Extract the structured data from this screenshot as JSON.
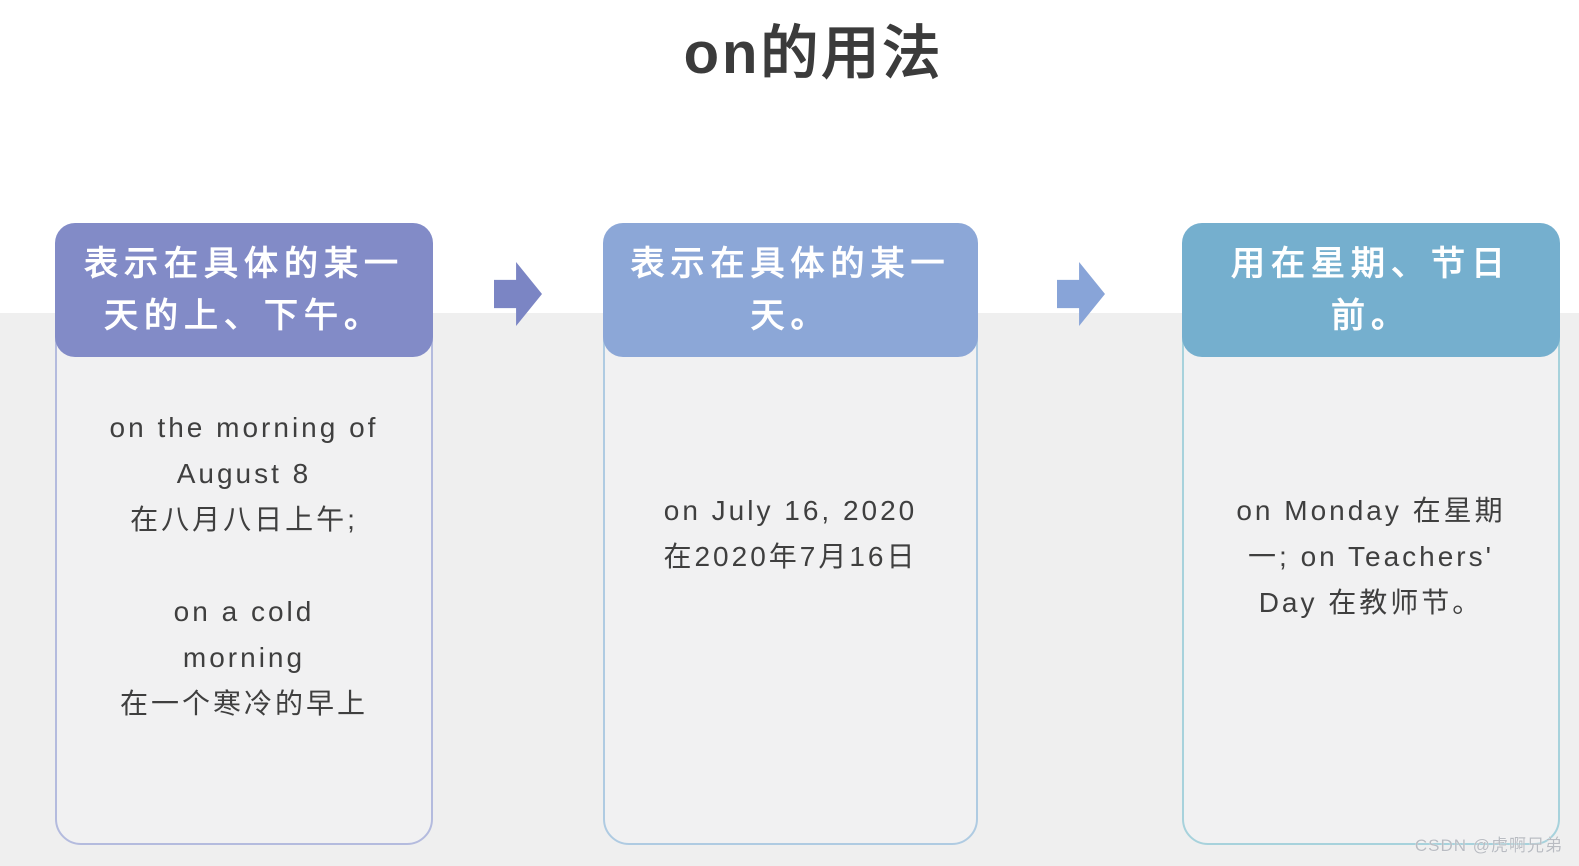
{
  "title": "on的用法",
  "watermark": "CSDN @虎啊兄弟",
  "colors": {
    "page_background": "#ffffff",
    "band_background": "#efefef",
    "card_body_background": "#f1f1f2",
    "text": "#3f3f3f",
    "title_text": "#3b3b3b",
    "card1_header": "#828bc7",
    "card1_border": "#b4bbde",
    "card2_header": "#8ca7d7",
    "card2_border": "#afcbe2",
    "card3_header": "#75afce",
    "card3_border": "#a7d2dc",
    "arrow1": "#7b85c4",
    "arrow2": "#88a4d8",
    "watermark_text": "#b9bcc2"
  },
  "cards": [
    {
      "header_lines": [
        "表示在具体的某一",
        "天的上、下午。"
      ],
      "body_lines": [
        "on the morning of",
        "August 8",
        "在八月八日上午;",
        "",
        "on a cold",
        "morning",
        "在一个寒冷的早上"
      ]
    },
    {
      "header_lines": [
        "表示在具体的某一",
        "天。"
      ],
      "body_lines": [
        "on July 16, 2020",
        "在2020年7月16日"
      ]
    },
    {
      "header_lines": [
        "用在星期、节日",
        "前。"
      ],
      "body_lines": [
        "on Monday 在星期",
        "一;  on Teachers'",
        "Day 在教师节。"
      ]
    }
  ],
  "arrows": [
    {
      "name": "arrow-right-1"
    },
    {
      "name": "arrow-right-2"
    }
  ]
}
